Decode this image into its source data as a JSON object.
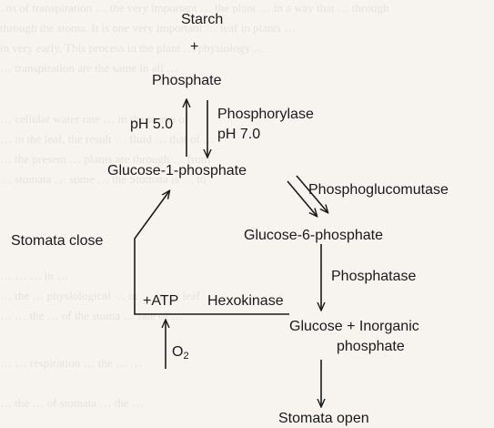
{
  "diagram": {
    "nodes": {
      "starch": "Starch",
      "plus": "+",
      "phosphate": "Phosphate",
      "ph50": "pH 5.0",
      "phosphorylase": "Phosphorylase",
      "ph70": "pH 7.0",
      "g1p": "Glucose-1-phosphate",
      "phosphoglucomutase": "Phosphoglucomutase",
      "stomata_close": "Stomata close",
      "g6p": "Glucose-6-phosphate",
      "phosphatase": "Phosphatase",
      "atp": "+ATP",
      "hexokinase": "Hexokinase",
      "glucose_inorganic": "Glucose + Inorganic",
      "phosphate2": "phosphate",
      "o2_base": "O",
      "o2_sub": "2",
      "stomata_open": "Stomata open"
    }
  },
  "colors": {
    "ink": "#1a1a1a",
    "paper": "#f7f4ef"
  }
}
